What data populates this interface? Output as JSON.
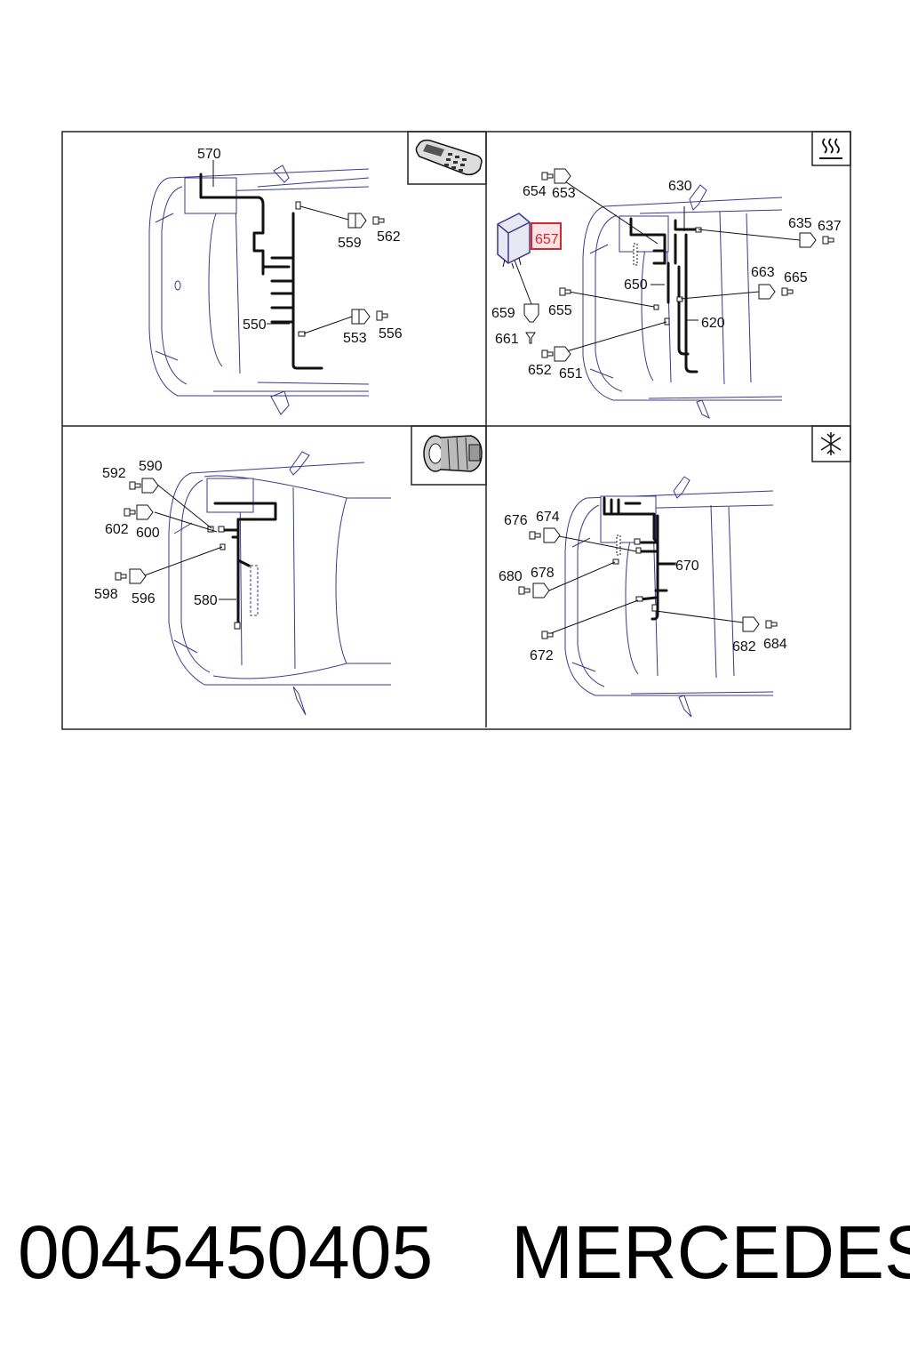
{
  "panels": {
    "tl": {
      "icon": "mobile-phone-icon",
      "labels": {
        "l570": "570",
        "l559": "559",
        "l562": "562",
        "l550": "550",
        "l553": "553",
        "l556": "556"
      }
    },
    "tr": {
      "icon": "rear-window-heater-icon",
      "labels": {
        "l654": "654",
        "l653": "653",
        "l630": "630",
        "l657": "657",
        "l635": "635",
        "l637": "637",
        "l650": "650",
        "l663": "663",
        "l665": "665",
        "l659": "659",
        "l655": "655",
        "l620": "620",
        "l661": "661",
        "l652": "652",
        "l651": "651"
      },
      "highlight_color": "#d9262c"
    },
    "bl": {
      "icon": "transmission-icon",
      "labels": {
        "l592": "592",
        "l590": "590",
        "l602": "602",
        "l600": "600",
        "l598": "598",
        "l596": "596",
        "l580": "580"
      }
    },
    "br": {
      "icon": "snowflake-icon",
      "labels": {
        "l676": "676",
        "l674": "674",
        "l670": "670",
        "l680": "680",
        "l678": "678",
        "l672": "672",
        "l682": "682",
        "l684": "684"
      }
    }
  },
  "footer": {
    "part_number": "0045450405",
    "brand": "MERCEDES"
  }
}
